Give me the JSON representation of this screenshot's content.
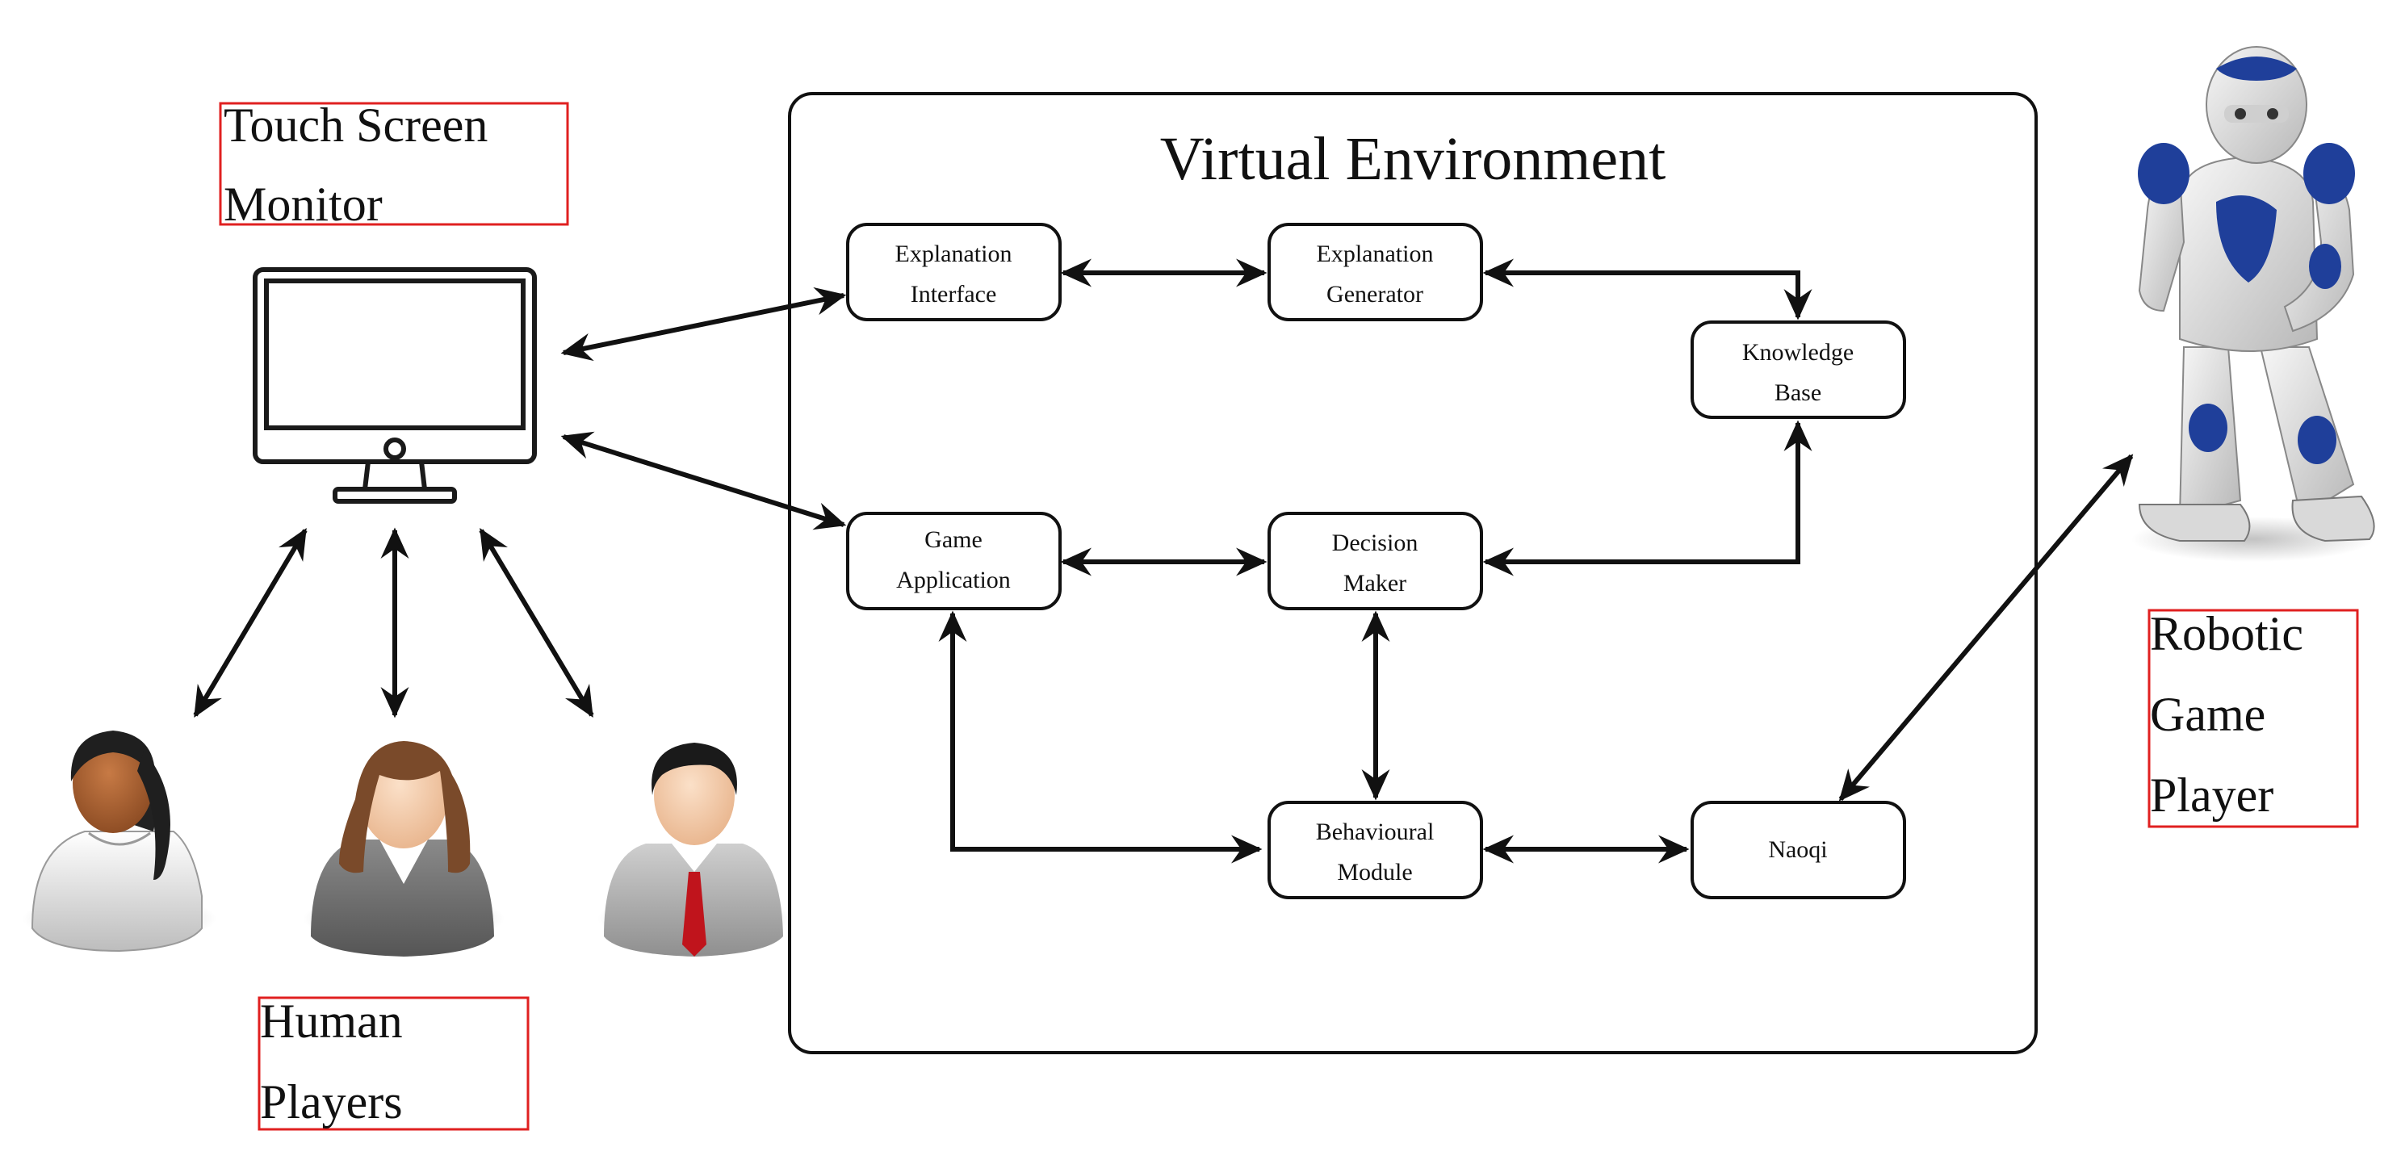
{
  "title": "Virtual Environment",
  "labels": {
    "touch_screen": [
      "Touch Screen",
      "Monitor"
    ],
    "human_players": [
      "Human",
      "Players"
    ],
    "robotic_player": [
      "Robotic",
      "Game",
      "Player"
    ]
  },
  "nodes": {
    "explanation_interface": [
      "Explanation",
      "Interface"
    ],
    "explanation_generator": [
      "Explanation",
      "Generator"
    ],
    "knowledge_base": [
      "Knowledge",
      "Base"
    ],
    "game_application": [
      "Game",
      "Application"
    ],
    "decision_maker": [
      "Decision",
      "Maker"
    ],
    "behavioural_module": [
      "Behavioural",
      "Module"
    ],
    "naoqi": [
      "Naoqi"
    ]
  },
  "icons": {
    "monitor": "monitor-icon",
    "player_1": "female-player-icon",
    "player_2": "female-player-icon",
    "player_3": "male-player-icon",
    "robot": "robot-icon"
  },
  "edges": [
    {
      "from": "monitor",
      "to": "explanation_interface",
      "direction": "both"
    },
    {
      "from": "monitor",
      "to": "game_application",
      "direction": "both"
    },
    {
      "from": "monitor",
      "to": "player_1",
      "direction": "both"
    },
    {
      "from": "monitor",
      "to": "player_2",
      "direction": "both"
    },
    {
      "from": "monitor",
      "to": "player_3",
      "direction": "both"
    },
    {
      "from": "explanation_interface",
      "to": "explanation_generator",
      "direction": "both"
    },
    {
      "from": "explanation_generator",
      "to": "knowledge_base",
      "direction": "both"
    },
    {
      "from": "game_application",
      "to": "decision_maker",
      "direction": "both"
    },
    {
      "from": "decision_maker",
      "to": "knowledge_base",
      "direction": "both"
    },
    {
      "from": "decision_maker",
      "to": "behavioural_module",
      "direction": "both"
    },
    {
      "from": "game_application",
      "to": "behavioural_module",
      "direction": "both"
    },
    {
      "from": "behavioural_module",
      "to": "naoqi",
      "direction": "both"
    },
    {
      "from": "naoqi",
      "to": "robot",
      "direction": "both"
    }
  ],
  "colors": {
    "label_frame": "#e02020",
    "line": "#111111",
    "robot_accent": "#1f3f9a",
    "tie": "#c0141c",
    "skin": "#e8b48c",
    "skin_dark": "#8a4a22"
  }
}
